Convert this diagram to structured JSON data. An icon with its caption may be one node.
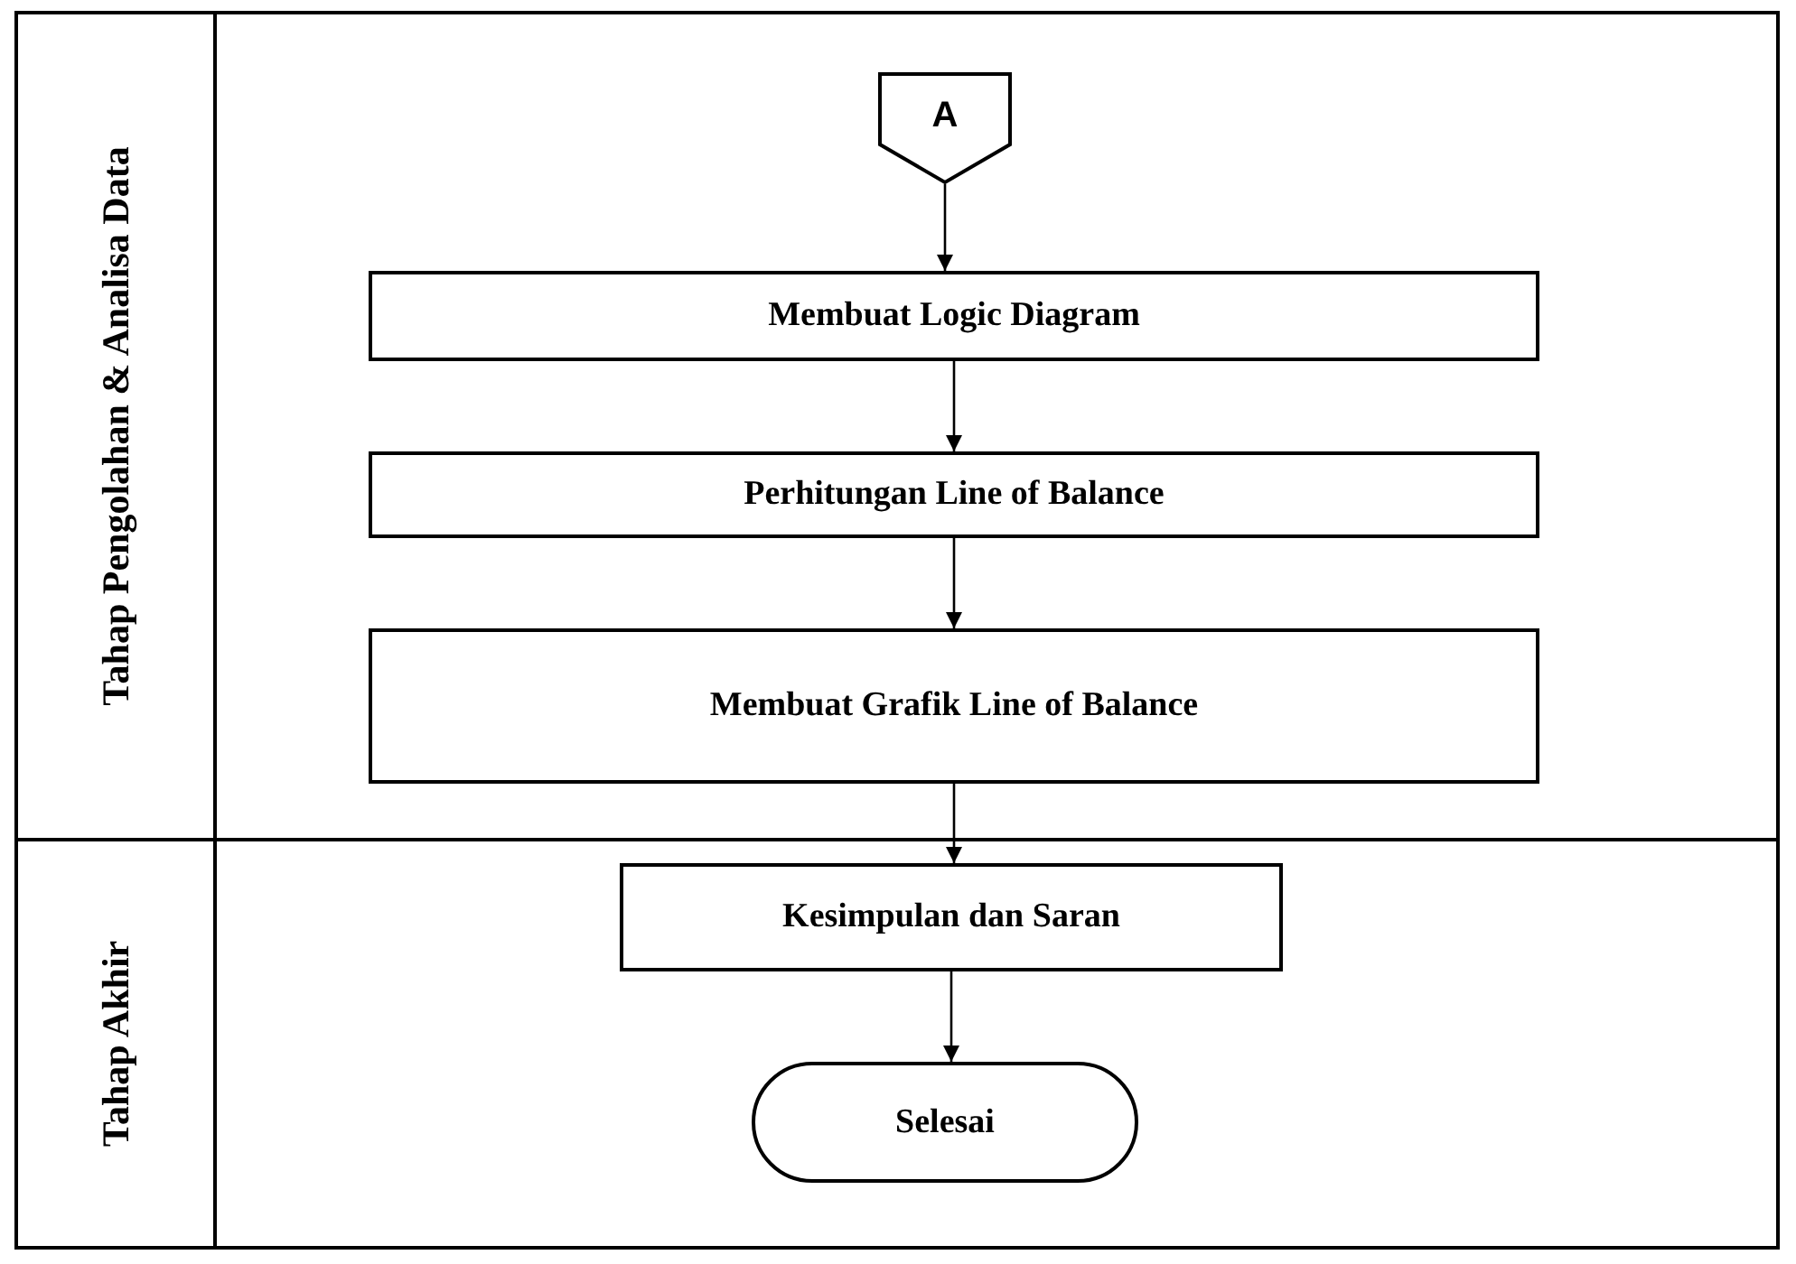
{
  "diagram": {
    "nodes": [
      {
        "text": [
          "Tahap Pengolahan & Analisa Data"
        ]
      },
      {
        "text": [
          "Tahap Akhir"
        ]
      },
      {
        "text": [
          "A"
        ],
        "in": 0
      },
      {
        "text": [
          "Membuat Logic Diagram"
        ],
        "in": 0
      },
      {
        "text": [
          "Perhitungan Line of Balance"
        ],
        "in": 0
      },
      {
        "text": [
          "Membuat Grafik Line of Balance"
        ],
        "in": 0
      },
      {
        "text": [
          "Kesimpulan dan Saran"
        ],
        "in": 1
      },
      {
        "text": [
          "Selesai"
        ],
        "in": 1
      }
    ],
    "edges": [
      {
        "from": 2,
        "to": 3,
        "arrow": "to"
      },
      {
        "from": 3,
        "to": 4,
        "arrow": "to"
      },
      {
        "from": 4,
        "to": 5,
        "arrow": "to"
      },
      {
        "from": 5,
        "to": 6,
        "arrow": "to"
      },
      {
        "from": 6,
        "to": 7,
        "arrow": "to"
      }
    ]
  }
}
